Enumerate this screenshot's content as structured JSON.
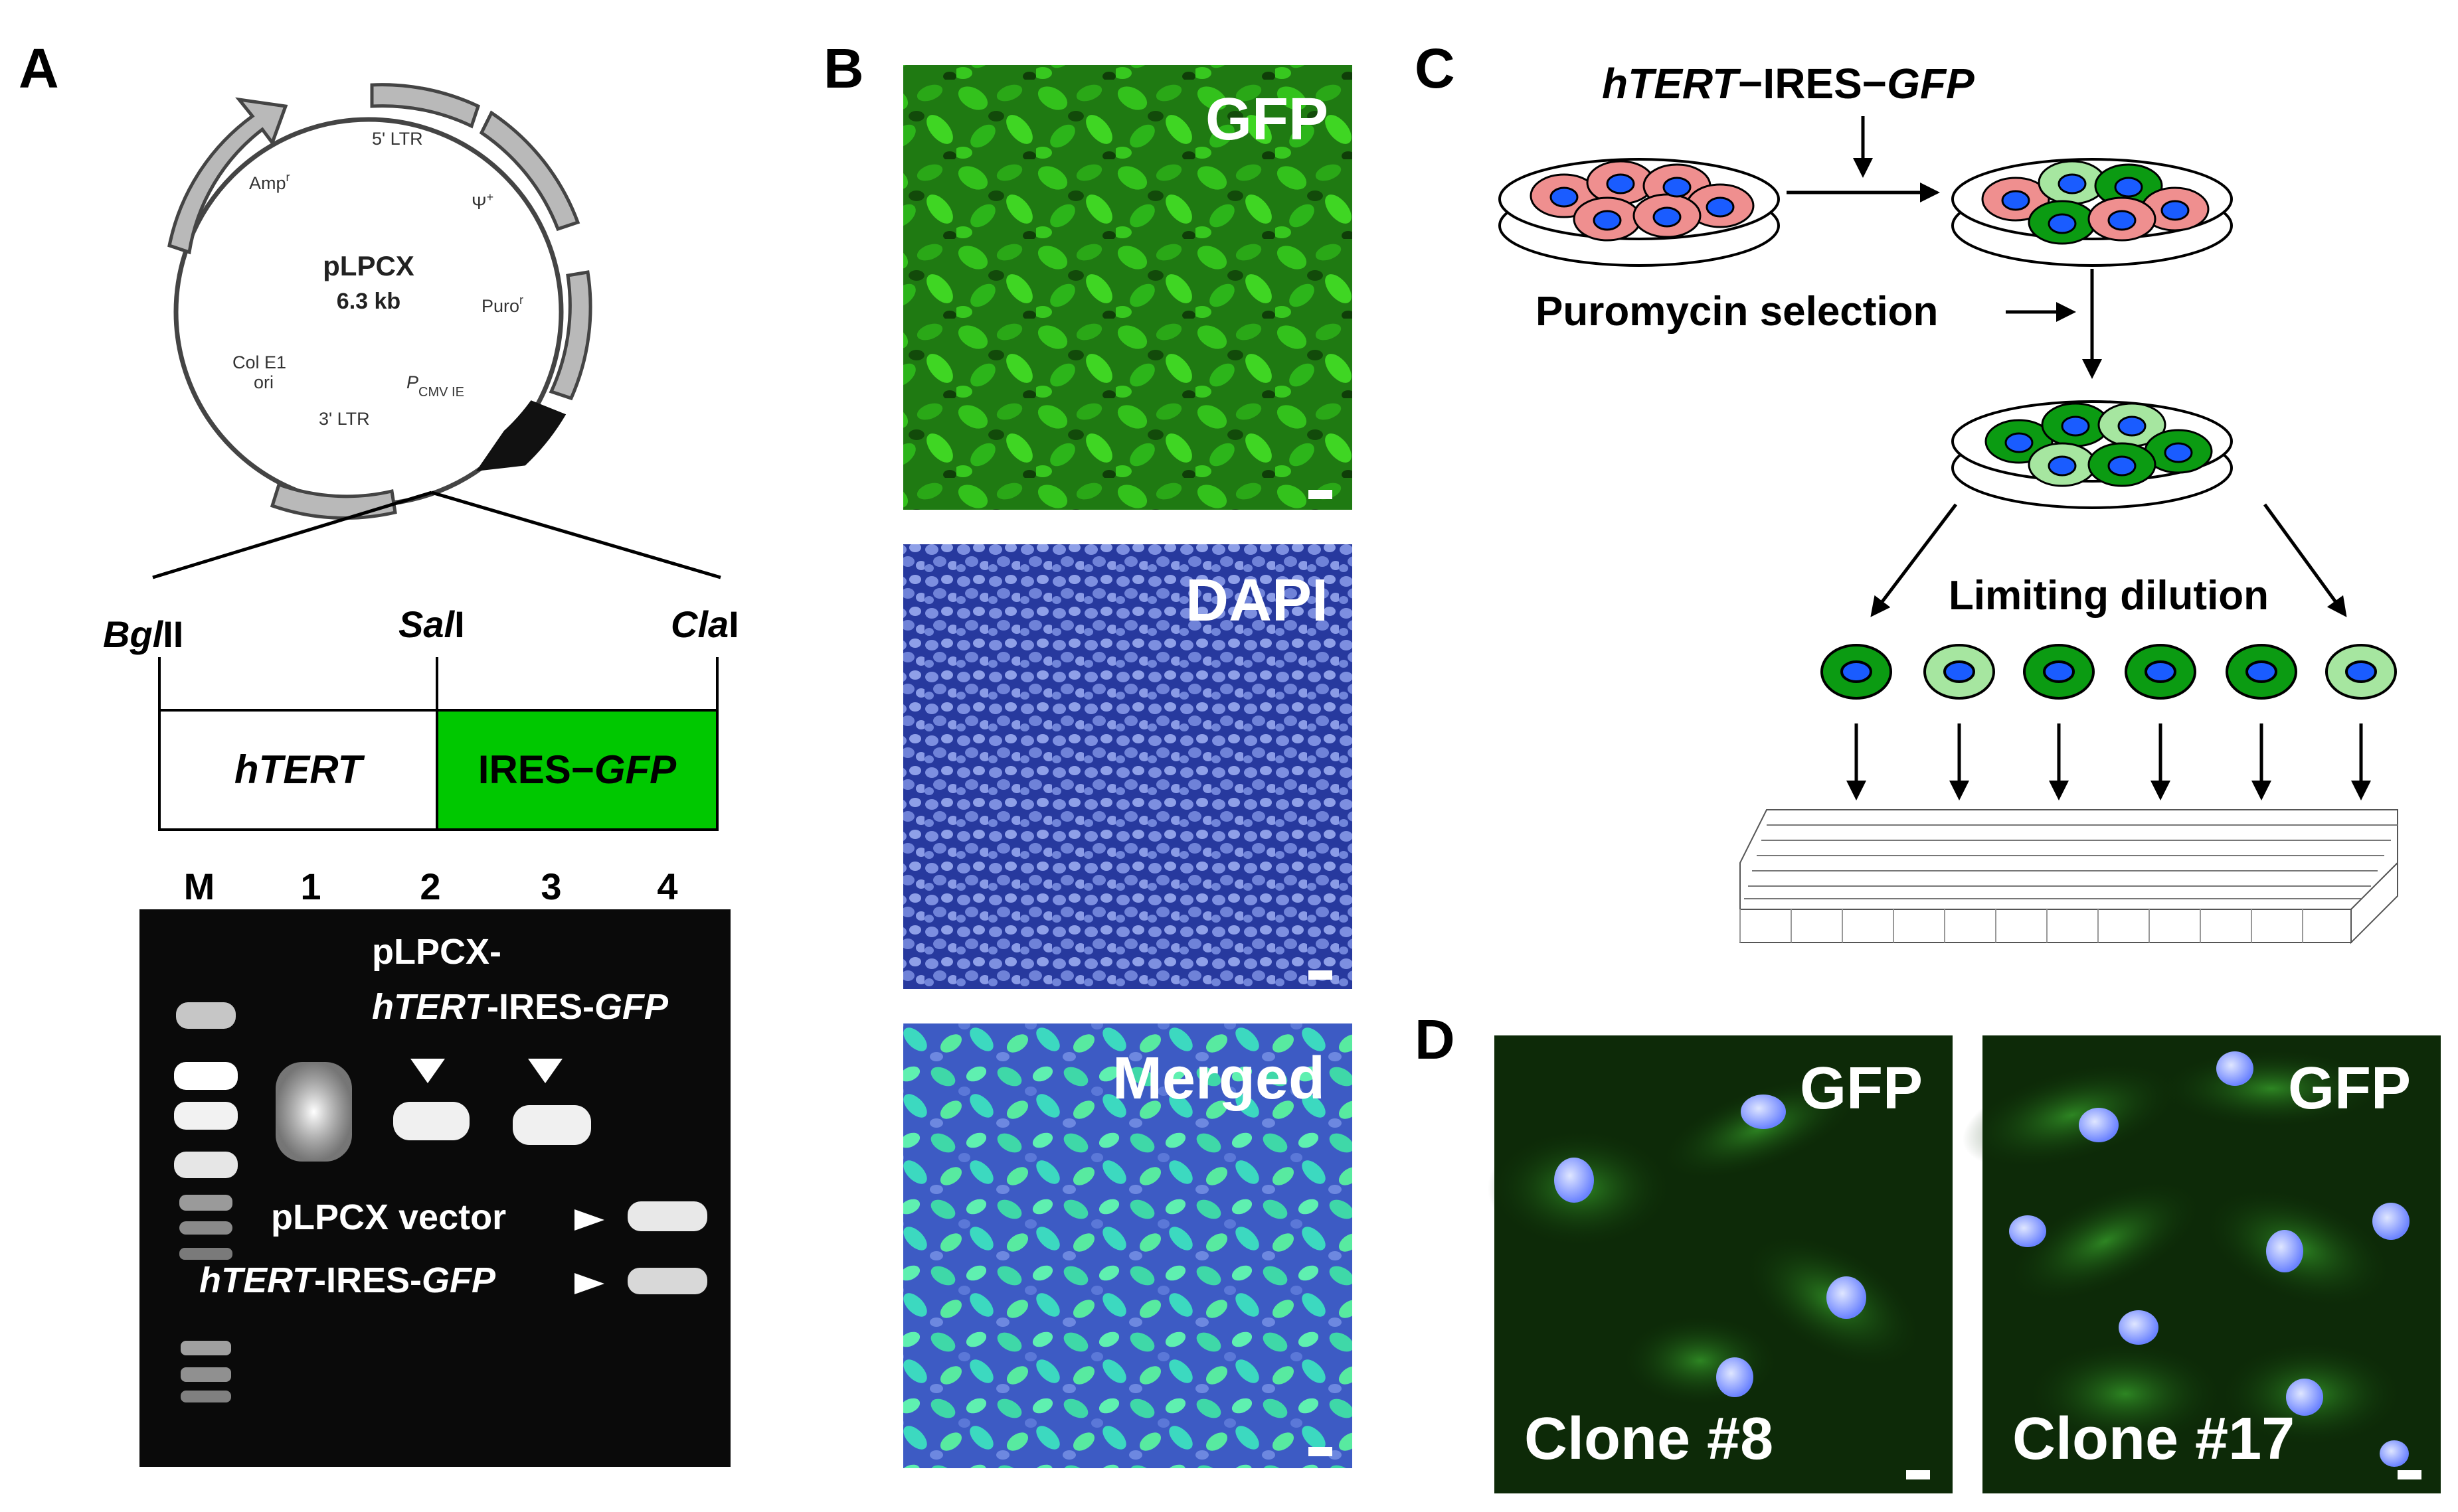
{
  "panels": {
    "a": "A",
    "b": "B",
    "c": "C",
    "d": "D"
  },
  "plasmid": {
    "name": "pLPCX",
    "size": "6.3 kb",
    "features": {
      "ltr5": "5' LTR",
      "psi": "Ψ",
      "psi_sup": "+",
      "puro": "Puro",
      "puro_sup": "r",
      "pcmv_p": "P",
      "pcmv_sub": "CMV IE",
      "ltr3": "3' LTR",
      "colE1": "Col E1",
      "ori": "ori",
      "amp": "Amp",
      "amp_sup": "r"
    }
  },
  "insert": {
    "sites": [
      {
        "italic": "Bgl",
        "roman": "II"
      },
      {
        "italic": "Sal",
        "roman": "I"
      },
      {
        "italic": "Cla",
        "roman": "I"
      }
    ],
    "box_left": "hTERT",
    "box_right_roman": "IRES−",
    "box_right_italic": "GFP"
  },
  "gel": {
    "lanes": [
      "M",
      "1",
      "2",
      "3",
      "4"
    ],
    "annot_top_line1": "pLPCX-",
    "annot_top_italic1": "hTERT",
    "annot_top_roman": "-IRES-",
    "annot_top_italic2": "GFP",
    "vector_label": "pLPCX vector",
    "insert_italic1": "hTERT",
    "insert_roman": "-IRES-",
    "insert_italic2": "GFP"
  },
  "panel_b": {
    "images": [
      "GFP",
      "DAPI",
      "Merged"
    ]
  },
  "panel_c": {
    "top_italic1": "hTERT",
    "top_roman": "−IRES−",
    "top_italic2": "GFP",
    "selection": "Puromycin selection",
    "dilution": "Limiting dilution"
  },
  "panel_d": {
    "images": [
      {
        "label": "GFP",
        "clone": "Clone #8"
      },
      {
        "label": "GFP",
        "clone": "Clone #17"
      }
    ]
  },
  "colors": {
    "green": "#00c800",
    "dark_green": "#0b9b12",
    "light_green": "#a6e6a0",
    "pink": "#ef8f8f",
    "nucleus_blue": "#1a5cff",
    "gfp_bg": "#0d2a08",
    "dapi_bg": "#1c2f9a"
  }
}
